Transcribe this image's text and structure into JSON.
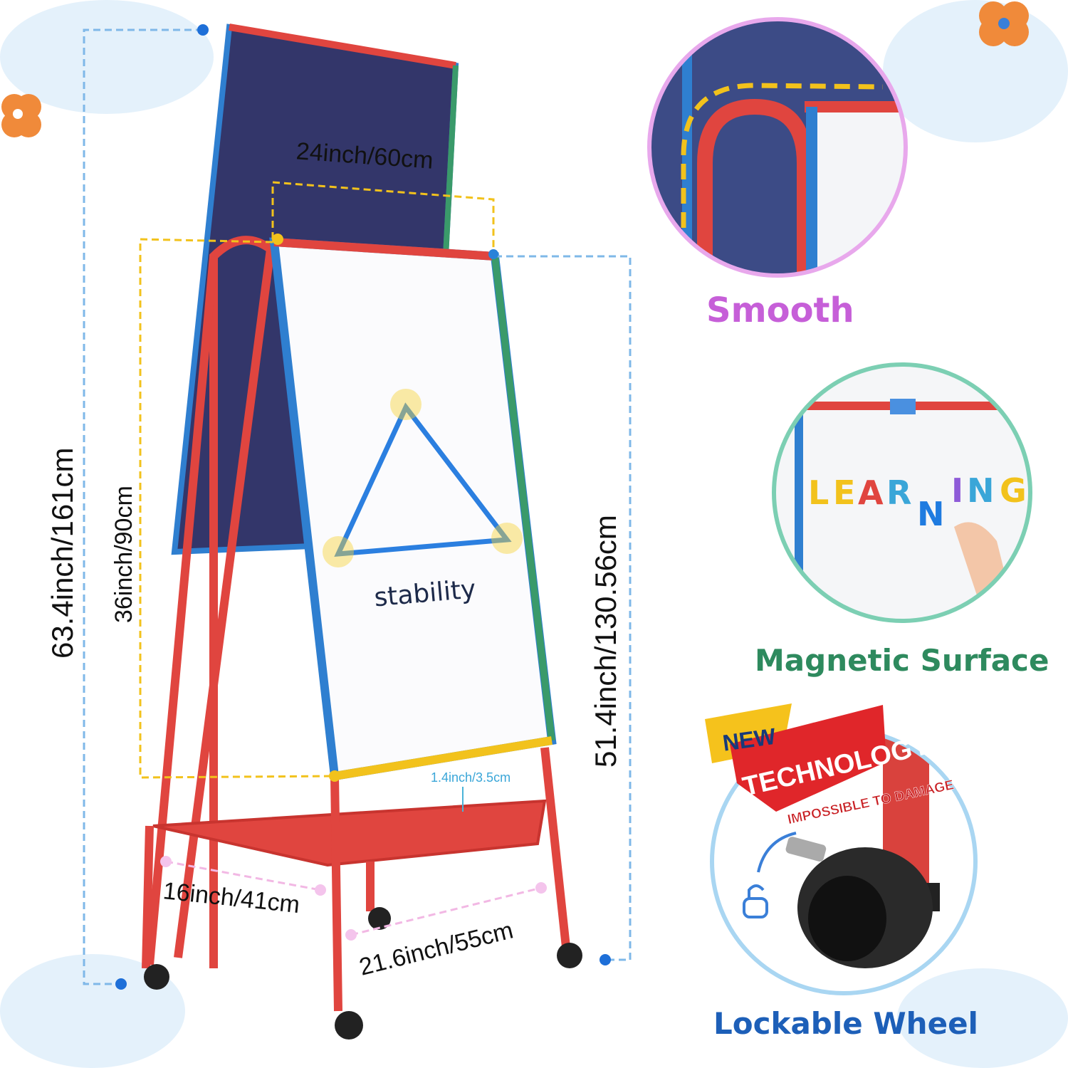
{
  "dimensions": {
    "board_width": "24inch/60cm",
    "total_height": "63.4inch/161cm",
    "board_height": "36inch/90cm",
    "stand_height": "51.4inch/130.56cm",
    "tray_depth": "1.4inch/3.5cm",
    "tray_width": "16inch/41cm",
    "base_width": "21.6inch/55cm"
  },
  "board_text": "stability",
  "features": {
    "smooth": {
      "label": "Smooth",
      "color": "#c65fd8"
    },
    "magnetic": {
      "label": "Magnetic Surface",
      "color": "#2e8a5e",
      "letters": [
        "L",
        "E",
        "A",
        "R",
        "N",
        "I",
        "N",
        "G"
      ]
    },
    "wheel": {
      "label": "Lockable Wheel",
      "color": "#1d5fb8"
    }
  },
  "badge": {
    "new": "NEW",
    "technology": "TECHNOLOGY",
    "tagline": "IMPOSSIBLE TO DAMAGE"
  },
  "colors": {
    "frame_red": "#e0453f",
    "frame_blue": "#2f7fd0",
    "frame_green": "#3a9a6a",
    "frame_yellow": "#f2c21c",
    "board_dark": "#33366a",
    "dim_blue": "#2b82d9"
  }
}
